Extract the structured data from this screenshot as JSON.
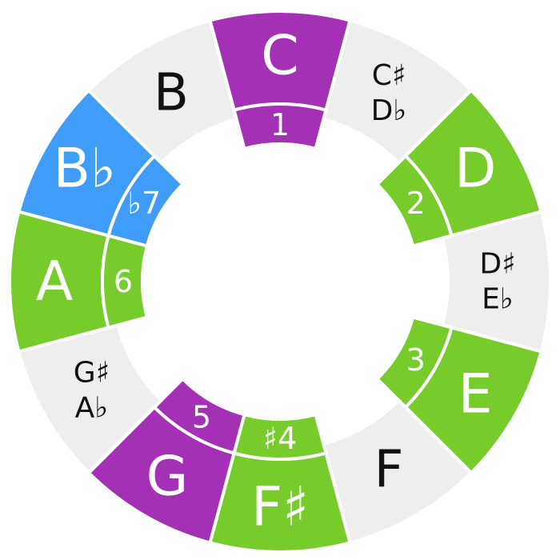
{
  "colors": {
    "empty": "#eeeeee",
    "purple": "#a430b5",
    "green": "#77cc2c",
    "blue": "#3f9cf7",
    "divider": "#ffffff",
    "dark_text": "#111111",
    "light_text": "#ffffff"
  },
  "segments": [
    {
      "note": [
        "C"
      ],
      "degree": "1",
      "color": "purple"
    },
    {
      "note": [
        "C♯",
        "D♭"
      ],
      "degree": null,
      "color": "empty"
    },
    {
      "note": [
        "D"
      ],
      "degree": "2",
      "color": "green"
    },
    {
      "note": [
        "D♯",
        "E♭"
      ],
      "degree": null,
      "color": "empty"
    },
    {
      "note": [
        "E"
      ],
      "degree": "3",
      "color": "green"
    },
    {
      "note": [
        "F"
      ],
      "degree": null,
      "color": "empty"
    },
    {
      "note": [
        "F♯"
      ],
      "degree": "♯4",
      "color": "green"
    },
    {
      "note": [
        "G"
      ],
      "degree": "5",
      "color": "purple"
    },
    {
      "note": [
        "G♯",
        "A♭"
      ],
      "degree": null,
      "color": "empty"
    },
    {
      "note": [
        "A"
      ],
      "degree": "6",
      "color": "green"
    },
    {
      "note": [
        "B♭"
      ],
      "degree": "♭7",
      "color": "blue"
    },
    {
      "note": [
        "B"
      ],
      "degree": null,
      "color": "empty"
    }
  ]
}
